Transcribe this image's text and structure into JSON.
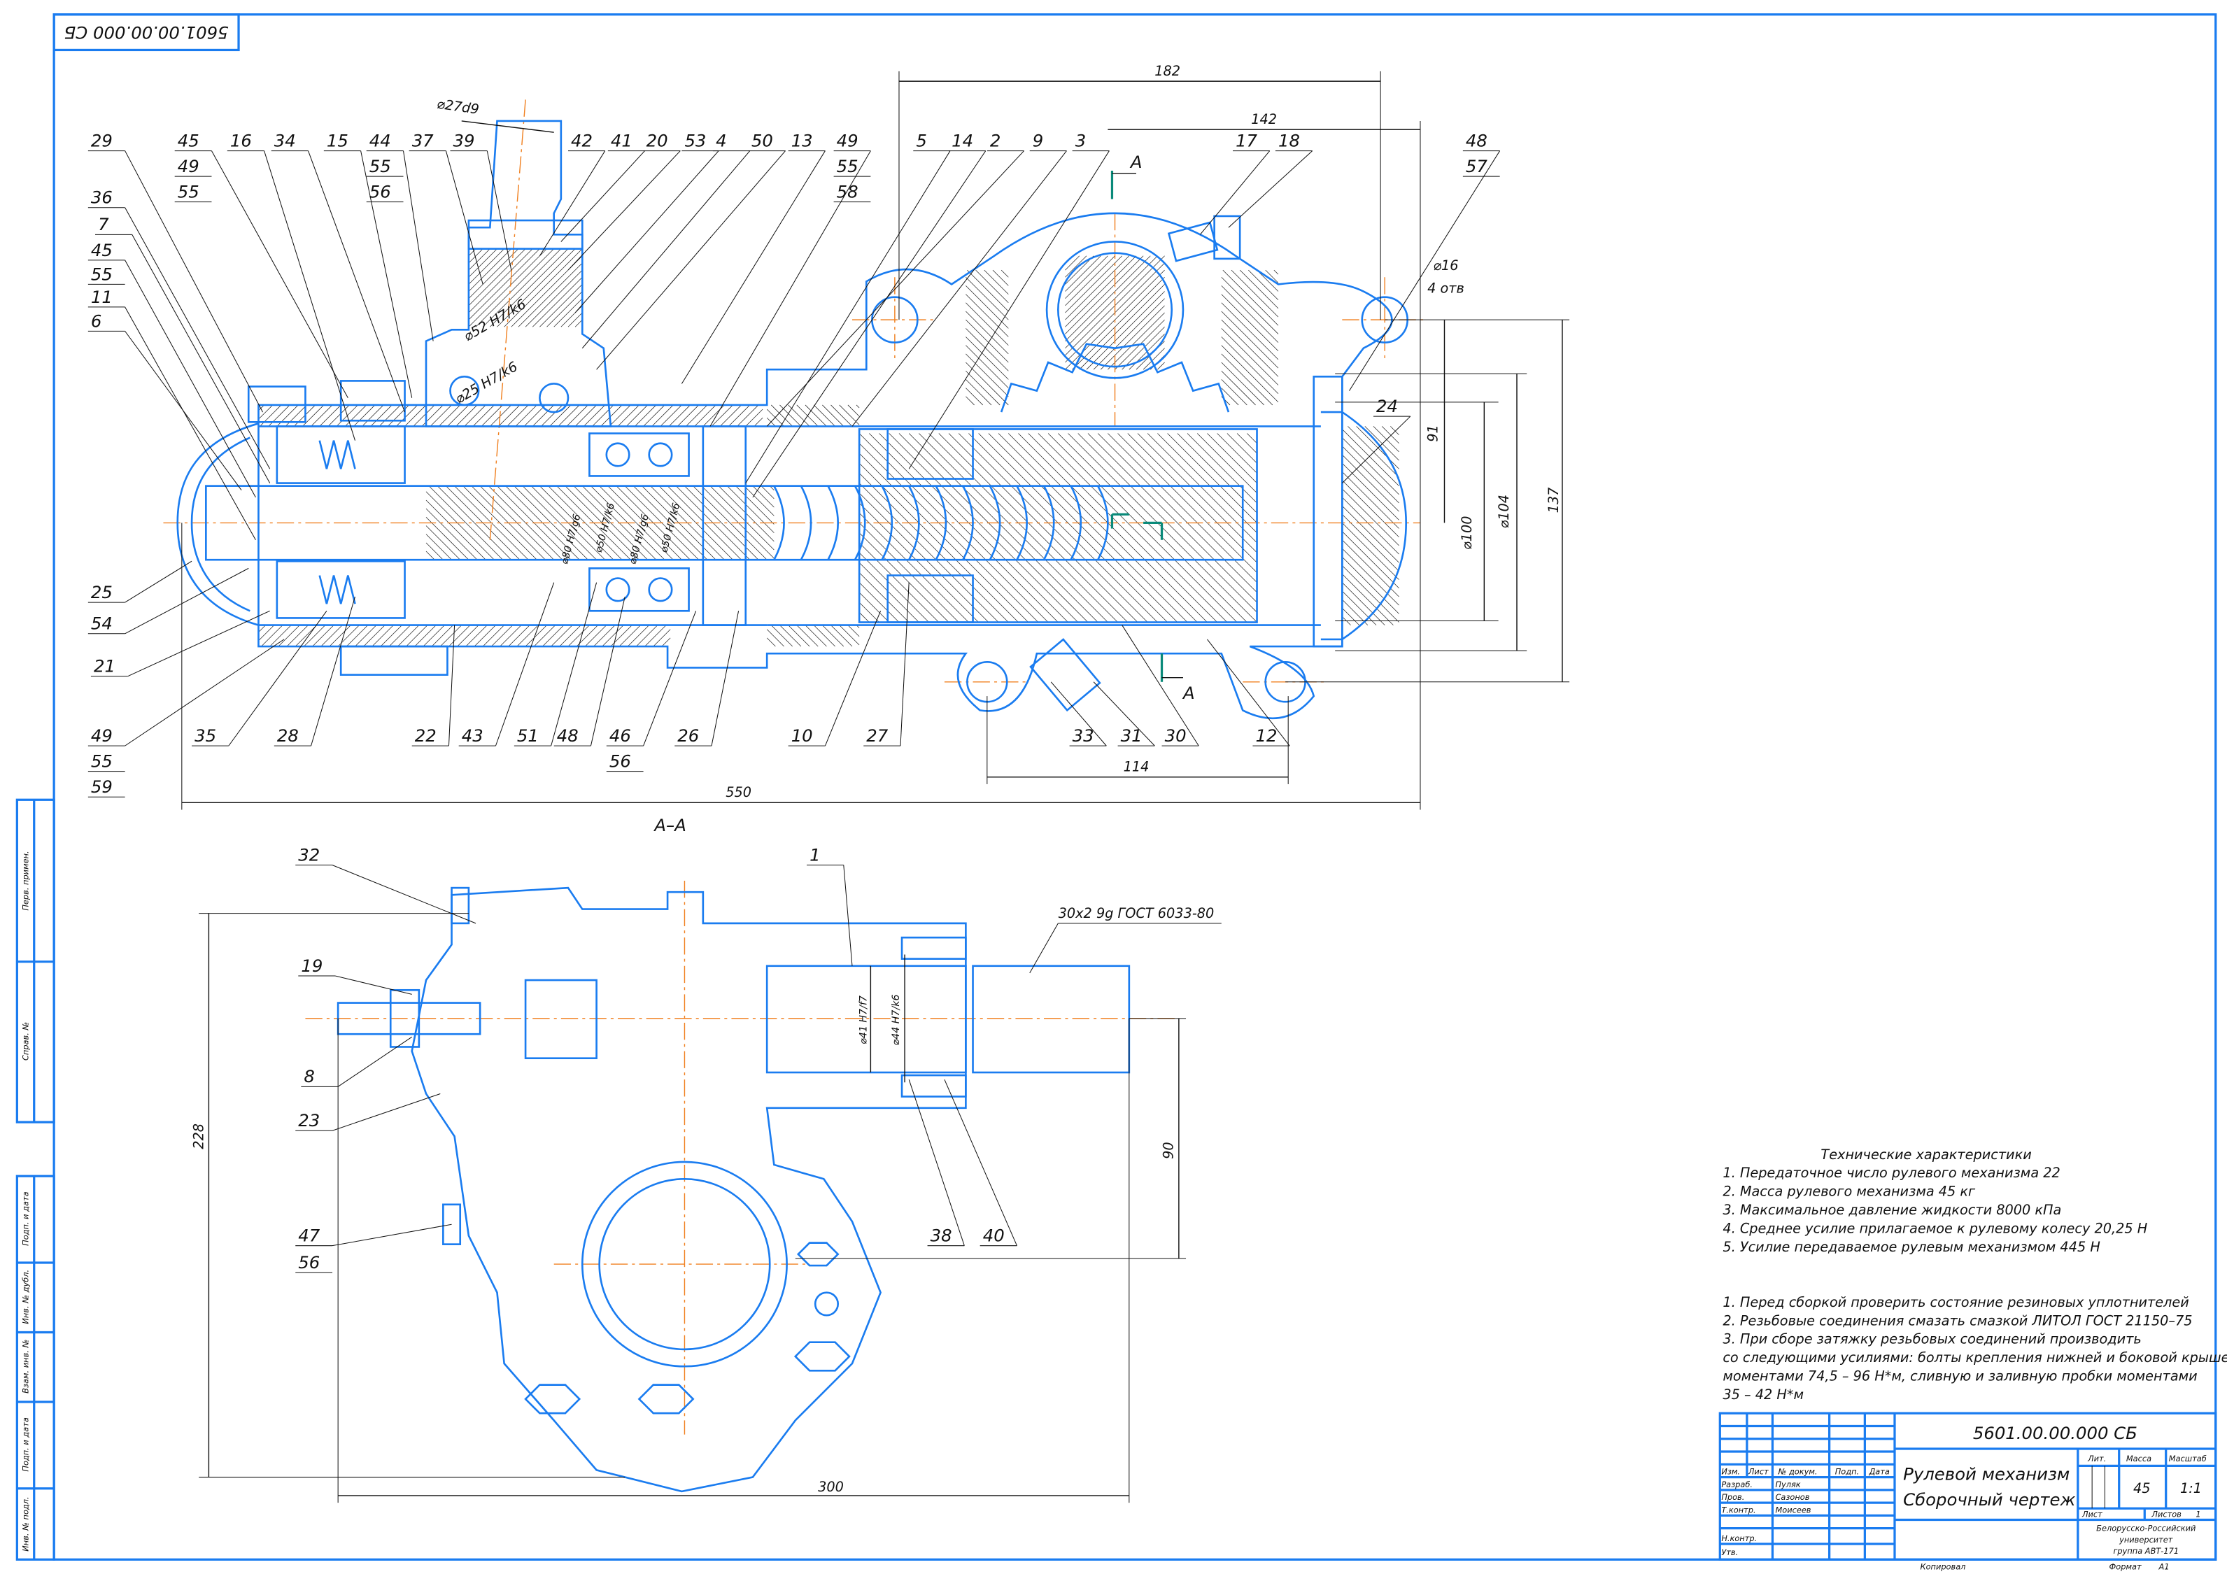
{
  "drawing": {
    "code_stamp": "5601.00.00.000 СБ",
    "section_label": "А–А",
    "section_marker": "А",
    "callouts_main": [
      "29",
      "45",
      "49",
      "55",
      "16",
      "34",
      "15",
      "44",
      "55",
      "56",
      "37",
      "39",
      "42",
      "41",
      "20",
      "53",
      "4",
      "50",
      "13",
      "49",
      "55",
      "58",
      "5",
      "14",
      "2",
      "9",
      "3",
      "17",
      "18",
      "48",
      "57",
      "36",
      "7",
      "45",
      "55",
      "11",
      "6",
      "25",
      "54",
      "21",
      "49",
      "55",
      "59",
      "35",
      "28",
      "22",
      "43",
      "51",
      "48",
      "46",
      "56",
      "26",
      "10",
      "27",
      "33",
      "31",
      "30",
      "12",
      "24"
    ],
    "callouts_section": [
      "32",
      "1",
      "19",
      "8",
      "23",
      "47",
      "56",
      "38",
      "40"
    ],
    "dimensions_main": [
      "182",
      "142",
      "⌀16",
      "4 отв",
      "91",
      "⌀100",
      "⌀104",
      "137",
      "550",
      "114",
      "⌀27d9",
      "⌀52 H7/k6",
      "⌀25 H7/k6",
      "⌀80 H7/g6",
      "⌀50 H7/k6",
      "⌀80 H7/g6",
      "⌀50 H7/k6"
    ],
    "dimensions_section": [
      "228",
      "300",
      "90",
      "⌀41 H7/f7",
      "⌀44 H7/k6",
      "30x2 9g ГОСТ 6033-80"
    ]
  },
  "specs": {
    "title": "Технические характеристики",
    "items": [
      "1. Передаточное число рулевого механизма 22",
      "2. Масса рулевого механизма 45 кг",
      "3. Максимальное давление жидкости 8000 кПа",
      "4. Среднее усилие прилагаемое к рулевому колесу 20,25 Н",
      "5. Усилие передаваемое рулевым механизмом 445 Н"
    ]
  },
  "requirements": [
    "1. Перед сборкой проверить состояние резиновых уплотнителей",
    "2. Резьбовые соединения смазать смазкой ЛИТОЛ ГОСТ 21150–75",
    "3. При сборе затяжку резьбовых соединений производить",
    "со следующими усилиями: болты крепления нижней и боковой крышек",
    "моментами 74,5 – 96 Н*м, сливную и заливную пробки моментами",
    "35 – 42 Н*м"
  ],
  "title_block": {
    "designation": "5601.00.00.000 СБ",
    "name_line1": "Рулевой механизм",
    "name_line2": "Сборочный чертеж",
    "headers": {
      "izm": "Изм.",
      "list": "Лист",
      "doc": "№ докум.",
      "sign": "Подп.",
      "date": "Дата"
    },
    "roles": [
      {
        "role": "Разраб.",
        "name": "Пуляк"
      },
      {
        "role": "Пров.",
        "name": "Сазонов"
      },
      {
        "role": "Т.контр.",
        "name": "Моисеев"
      },
      {
        "role": "",
        "name": ""
      },
      {
        "role": "Н.контр.",
        "name": ""
      },
      {
        "role": "Утв.",
        "name": ""
      }
    ],
    "lit_label": "Лит.",
    "mass_label": "Масса",
    "scale_label": "Масштаб",
    "mass": "45",
    "scale": "1:1",
    "sheet_label": "Лист",
    "sheets_label": "Листов",
    "sheets": "1",
    "org_line1": "Белорусско-Российский",
    "org_line2": "университет",
    "org_line3": "группа АВТ-171",
    "copied": "Копировал",
    "format_label": "Формат",
    "format": "А1"
  },
  "side_strip": [
    "Перв. примен.",
    "Справ. №",
    "Подп. и дата",
    "Инв. № дубл.",
    "Взам. инв. №",
    "Подп. и дата",
    "Инв. № подл."
  ],
  "colors": {
    "outline": "#1a7cf0",
    "centerline": "#f08020",
    "section_mark": "#0a8a7a",
    "text": "#111111"
  }
}
